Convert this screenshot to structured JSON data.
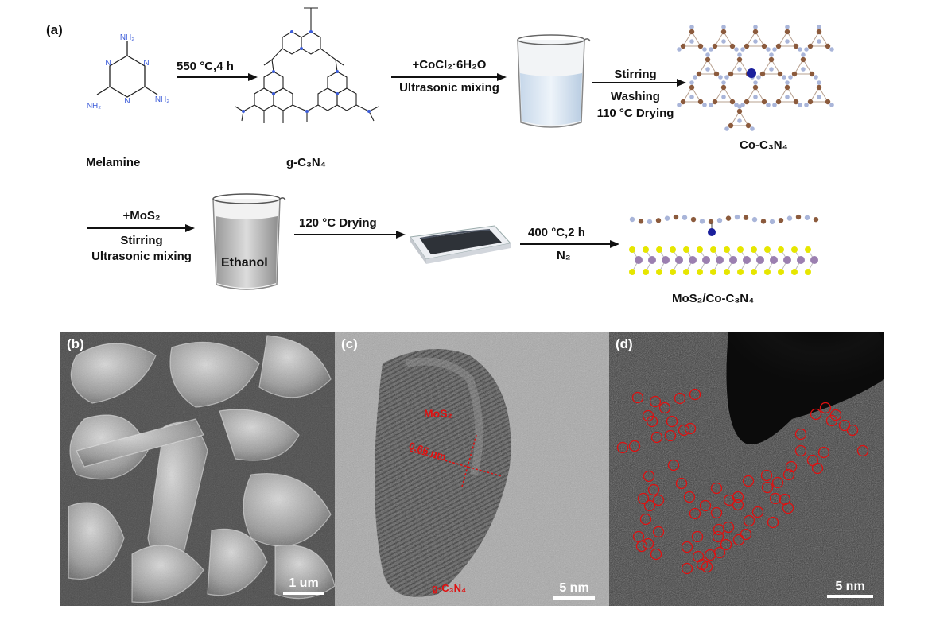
{
  "panel_a": {
    "label": "(a)",
    "molecules": {
      "melamine": "Melamine",
      "gcn": "g-C₃N₄",
      "co_cn": "Co-C₃N₄",
      "composite": "MoS₂/Co-C₃N₄"
    },
    "melamine_groups": {
      "nh2": "NH₂",
      "n": "N"
    },
    "steps": {
      "step1": [
        "550 °C,4 h"
      ],
      "step2": [
        "+CoCl₂·6H₂O",
        "Ultrasonic mixing"
      ],
      "step3": [
        "Stirring",
        "Washing",
        "110 °C Drying"
      ],
      "step4": [
        "+MoS₂",
        "Stirring",
        "Ultrasonic mixing"
      ],
      "step5": [
        "120 °C Drying"
      ],
      "step6": [
        "400 °C,2 h",
        "N₂"
      ]
    },
    "beaker_label": "Ethanol",
    "colors": {
      "carbon": "#8b5a3c",
      "nitrogen": "#a9b5d9",
      "cobalt": "#1a1f9c",
      "molybdenum": "#9b7fb0",
      "sulfur": "#e6e600"
    }
  },
  "panel_b": {
    "label": "(b)",
    "scale_bar": "1 um"
  },
  "panel_c": {
    "label": "(c)",
    "scale_bar": "5 nm",
    "annotations": {
      "mos2": "MoS₂",
      "spacing": "0.66 nm",
      "gcn": "g-C₃N₄"
    },
    "annotation_color": "#e01010"
  },
  "panel_d": {
    "label": "(d)",
    "scale_bar": "5 nm",
    "circle_color": "#e01010"
  }
}
